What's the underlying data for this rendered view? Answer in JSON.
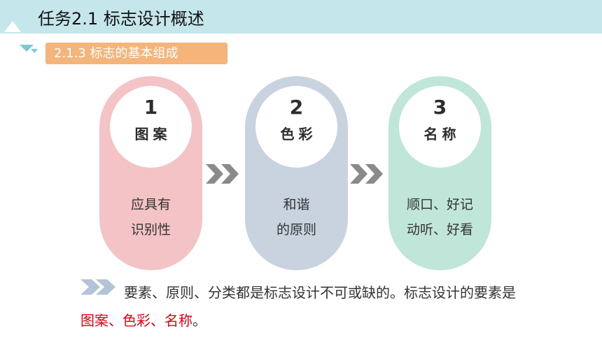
{
  "header": {
    "title": "任务2.1 标志设计概述"
  },
  "section": {
    "subtitle": "2.1.3  标志的基本组成"
  },
  "steps": [
    {
      "num": "1",
      "name": "图案",
      "desc_line1": "应具有",
      "desc_line2": "识别性"
    },
    {
      "num": "2",
      "name": "色彩",
      "desc_line1": "和谐",
      "desc_line2": "的原则"
    },
    {
      "num": "3",
      "name": "名称",
      "desc_line1": "顺口、好记",
      "desc_line2": "动听、好看"
    }
  ],
  "summary": {
    "text_start": "要素、原则、分类都是标志设计不可或缺的。标志设计的要素是",
    "highlight": "图案、色彩、名称",
    "text_end": "。"
  },
  "colors": {
    "header_bg": "#c5e6ea",
    "subtitle_bg": "#f5b57a",
    "pill1": "#f4c3c5",
    "pill2": "#c9d3df",
    "pill3": "#bfe6d8",
    "highlight": "#e60012"
  },
  "icons": {
    "step_arrow": "double-chevron-right-icon",
    "bullet": "double-chevron-right-icon"
  }
}
